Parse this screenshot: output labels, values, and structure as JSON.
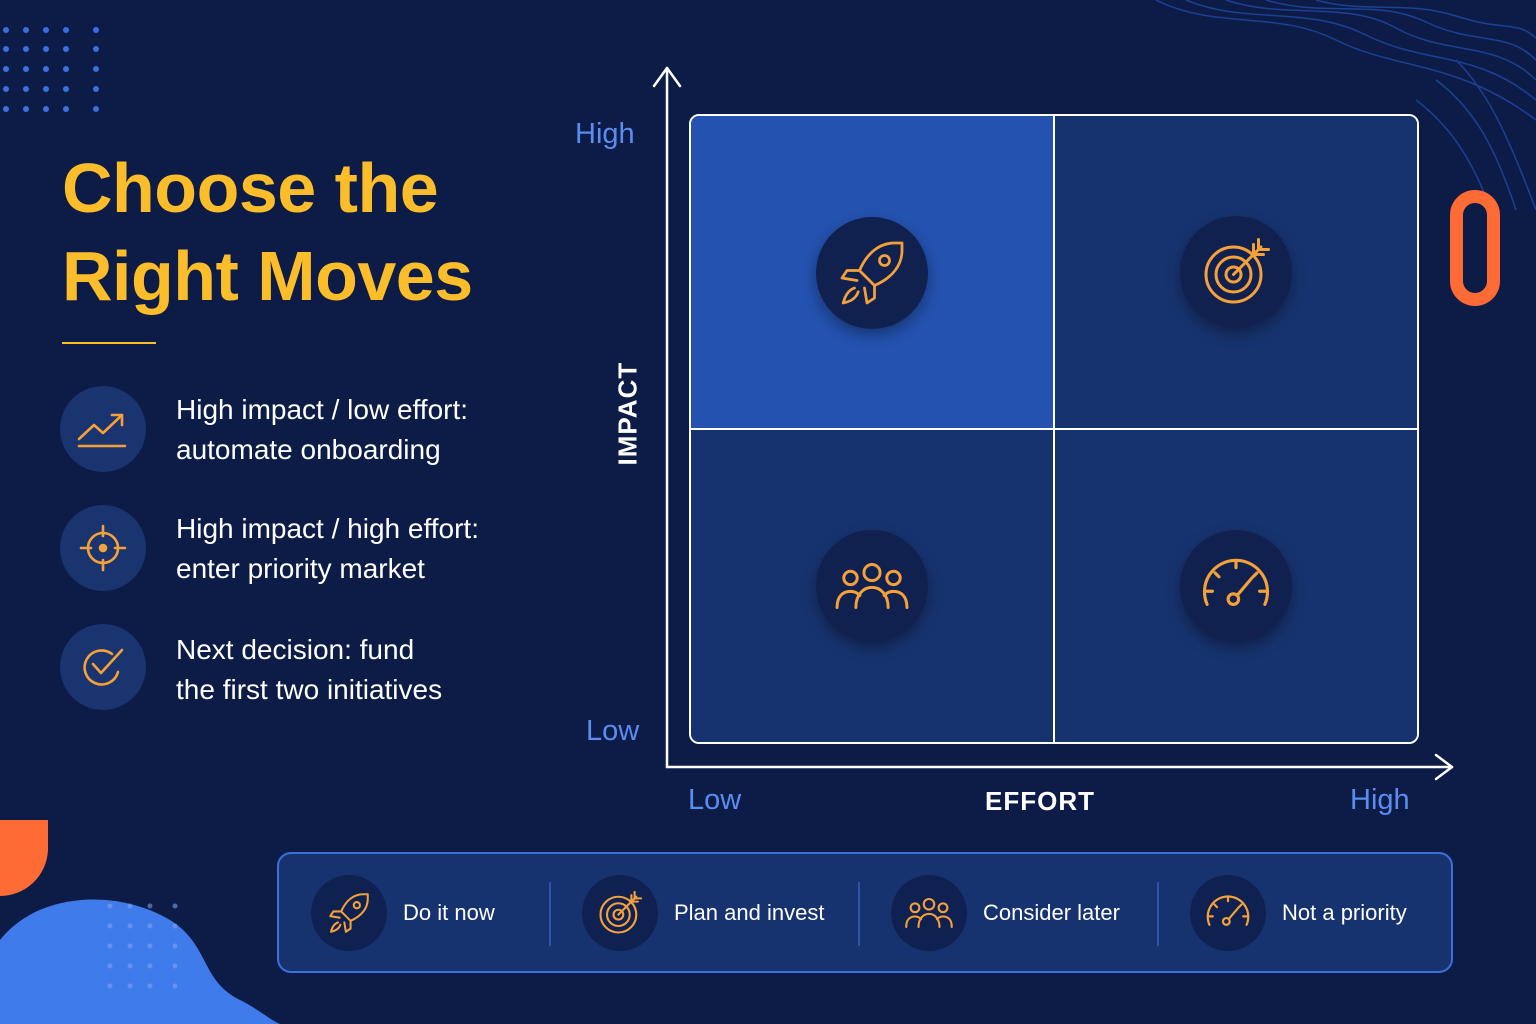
{
  "title": {
    "line1": "Choose the",
    "line2": "Right Moves"
  },
  "points": [
    {
      "icon": "trend-up-icon",
      "line1": "High impact / low effort:",
      "line2": "automate onboarding"
    },
    {
      "icon": "crosshair-icon",
      "line1": "High impact / high effort:",
      "line2": "enter priority market"
    },
    {
      "icon": "check-icon",
      "line1": "Next decision: fund",
      "line2": "the first two initiatives"
    }
  ],
  "matrix": {
    "y_axis": {
      "title": "IMPACT",
      "high": "High",
      "low": "Low"
    },
    "x_axis": {
      "title": "EFFORT",
      "low": "Low",
      "high": "High"
    },
    "quadrants": [
      {
        "position": "high-impact-low-effort",
        "icon": "rocket-icon",
        "highlighted": true
      },
      {
        "position": "high-impact-high-effort",
        "icon": "target-icon",
        "highlighted": false
      },
      {
        "position": "low-impact-low-effort",
        "icon": "people-icon",
        "highlighted": false
      },
      {
        "position": "low-impact-high-effort",
        "icon": "gauge-icon",
        "highlighted": false
      }
    ]
  },
  "legend": [
    {
      "icon": "rocket-icon",
      "label": "Do it now"
    },
    {
      "icon": "target-icon",
      "label": "Plan and invest"
    },
    {
      "icon": "people-icon",
      "label": "Consider later"
    },
    {
      "icon": "gauge-icon",
      "label": "Not a priority"
    }
  ],
  "colors": {
    "background": "#0c1c47",
    "accent_yellow": "#fbbd2a",
    "accent_orange": "#f5a13a",
    "accent_blue": "#5b8cf0",
    "highlight_quadrant": "#2452b0",
    "quadrant": "#17336f"
  }
}
